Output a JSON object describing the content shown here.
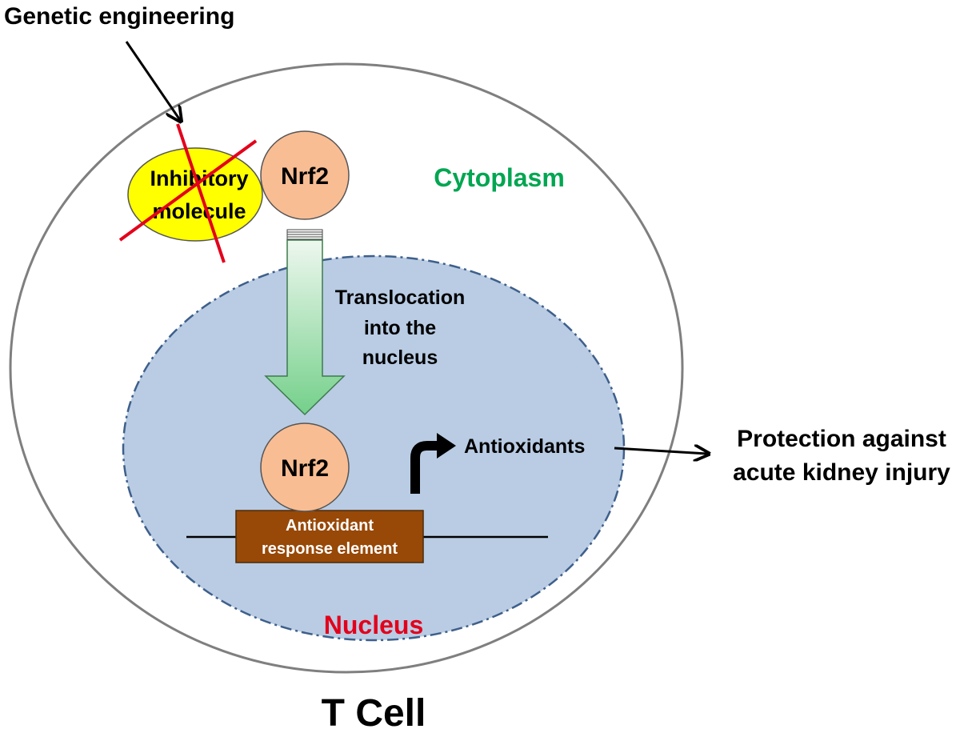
{
  "labels": {
    "genetic_engineering": "Genetic engineering",
    "inhibitory_line1": "Inhibitory",
    "inhibitory_line2": "molecule",
    "nrf2_top": "Nrf2",
    "cytoplasm": "Cytoplasm",
    "translocation_line1": "Translocation",
    "translocation_line2": "into the",
    "translocation_line3": "nucleus",
    "nrf2_bottom": "Nrf2",
    "antioxidants": "Antioxidants",
    "are_line1": "Antioxidant",
    "are_line2": "response element",
    "protection_line1": "Protection against",
    "protection_line2": "acute kidney injury",
    "nucleus": "Nucleus",
    "t_cell": "T Cell"
  },
  "colors": {
    "cell_outline": "#7f7f7f",
    "nucleus_fill": "#b9cce4",
    "nucleus_outline": "#3e5f8a",
    "inhibitory_fill": "#ffff00",
    "nrf2_fill": "#f9bd93",
    "cross": "#e3001b",
    "cytoplasm_text": "#00a651",
    "nucleus_text": "#e3001b",
    "are_fill": "#984807",
    "arrow_gradient_top": "#eef7ef",
    "arrow_gradient_bottom": "#74d08a"
  }
}
